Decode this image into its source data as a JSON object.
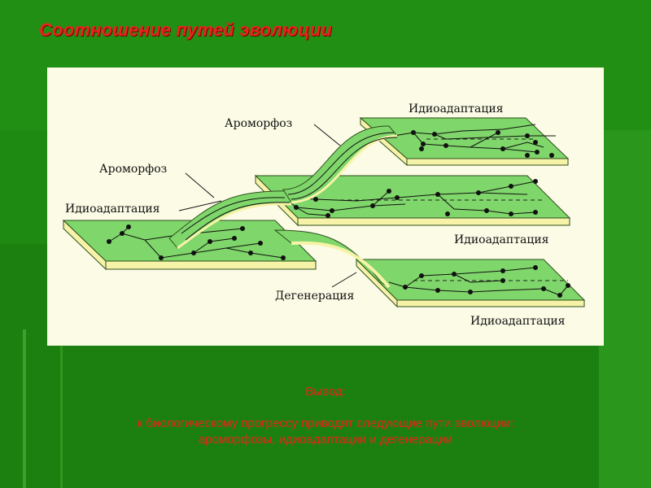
{
  "slide": {
    "title": "Соотношение путей эволюции",
    "conclusion_heading": "Вывод:",
    "conclusion_line1": "к биологическому прогрессу приводят следующие пути эволюции:",
    "conclusion_line2": "ароморфозы, идиоадаптации и дегенерации"
  },
  "diagram": {
    "labels": {
      "idioadaptation_left": "Идиоадаптация",
      "aromorphosis_lower": "Ароморфоз",
      "aromorphosis_upper": "Ароморфоз",
      "idioadaptation_top": "Идиоадаптация",
      "idioadaptation_middle": "Идиоадаптация",
      "degeneration": "Дегенерация",
      "idioadaptation_bottom": "Идиоадаптация"
    }
  },
  "colors": {
    "background": "#1f8a12",
    "title_red": "#e8231c",
    "panel": "#fbfbe6",
    "plane_green": "#7fd66a",
    "plane_edge": "#f6f3a8"
  }
}
